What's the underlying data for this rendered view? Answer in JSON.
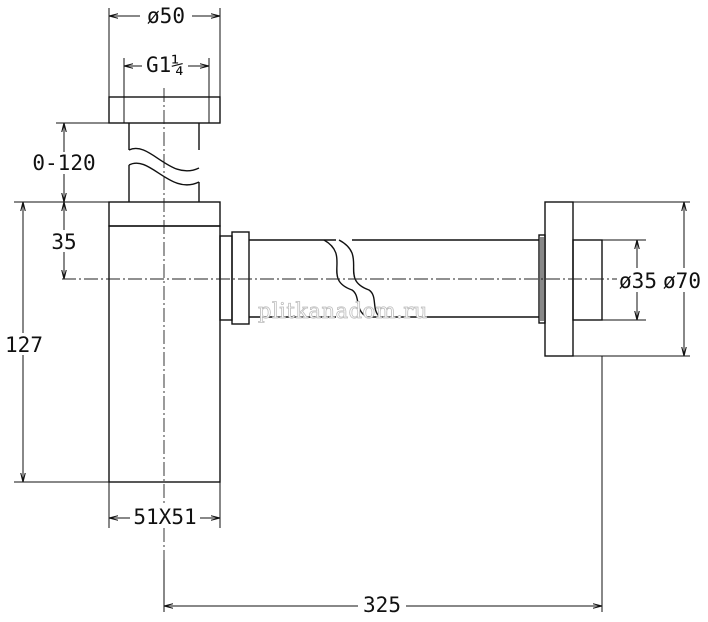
{
  "dimensions": {
    "top_diameter": "ø50",
    "thread": "G1¼",
    "adjustment": "0-120",
    "inlet_offset": "35",
    "body_height": "127",
    "body_section": "51X51",
    "outlet_length": "325",
    "pipe_diameter": "ø35",
    "flange_diameter": "ø70"
  },
  "watermark": "plitkanadom.ru"
}
